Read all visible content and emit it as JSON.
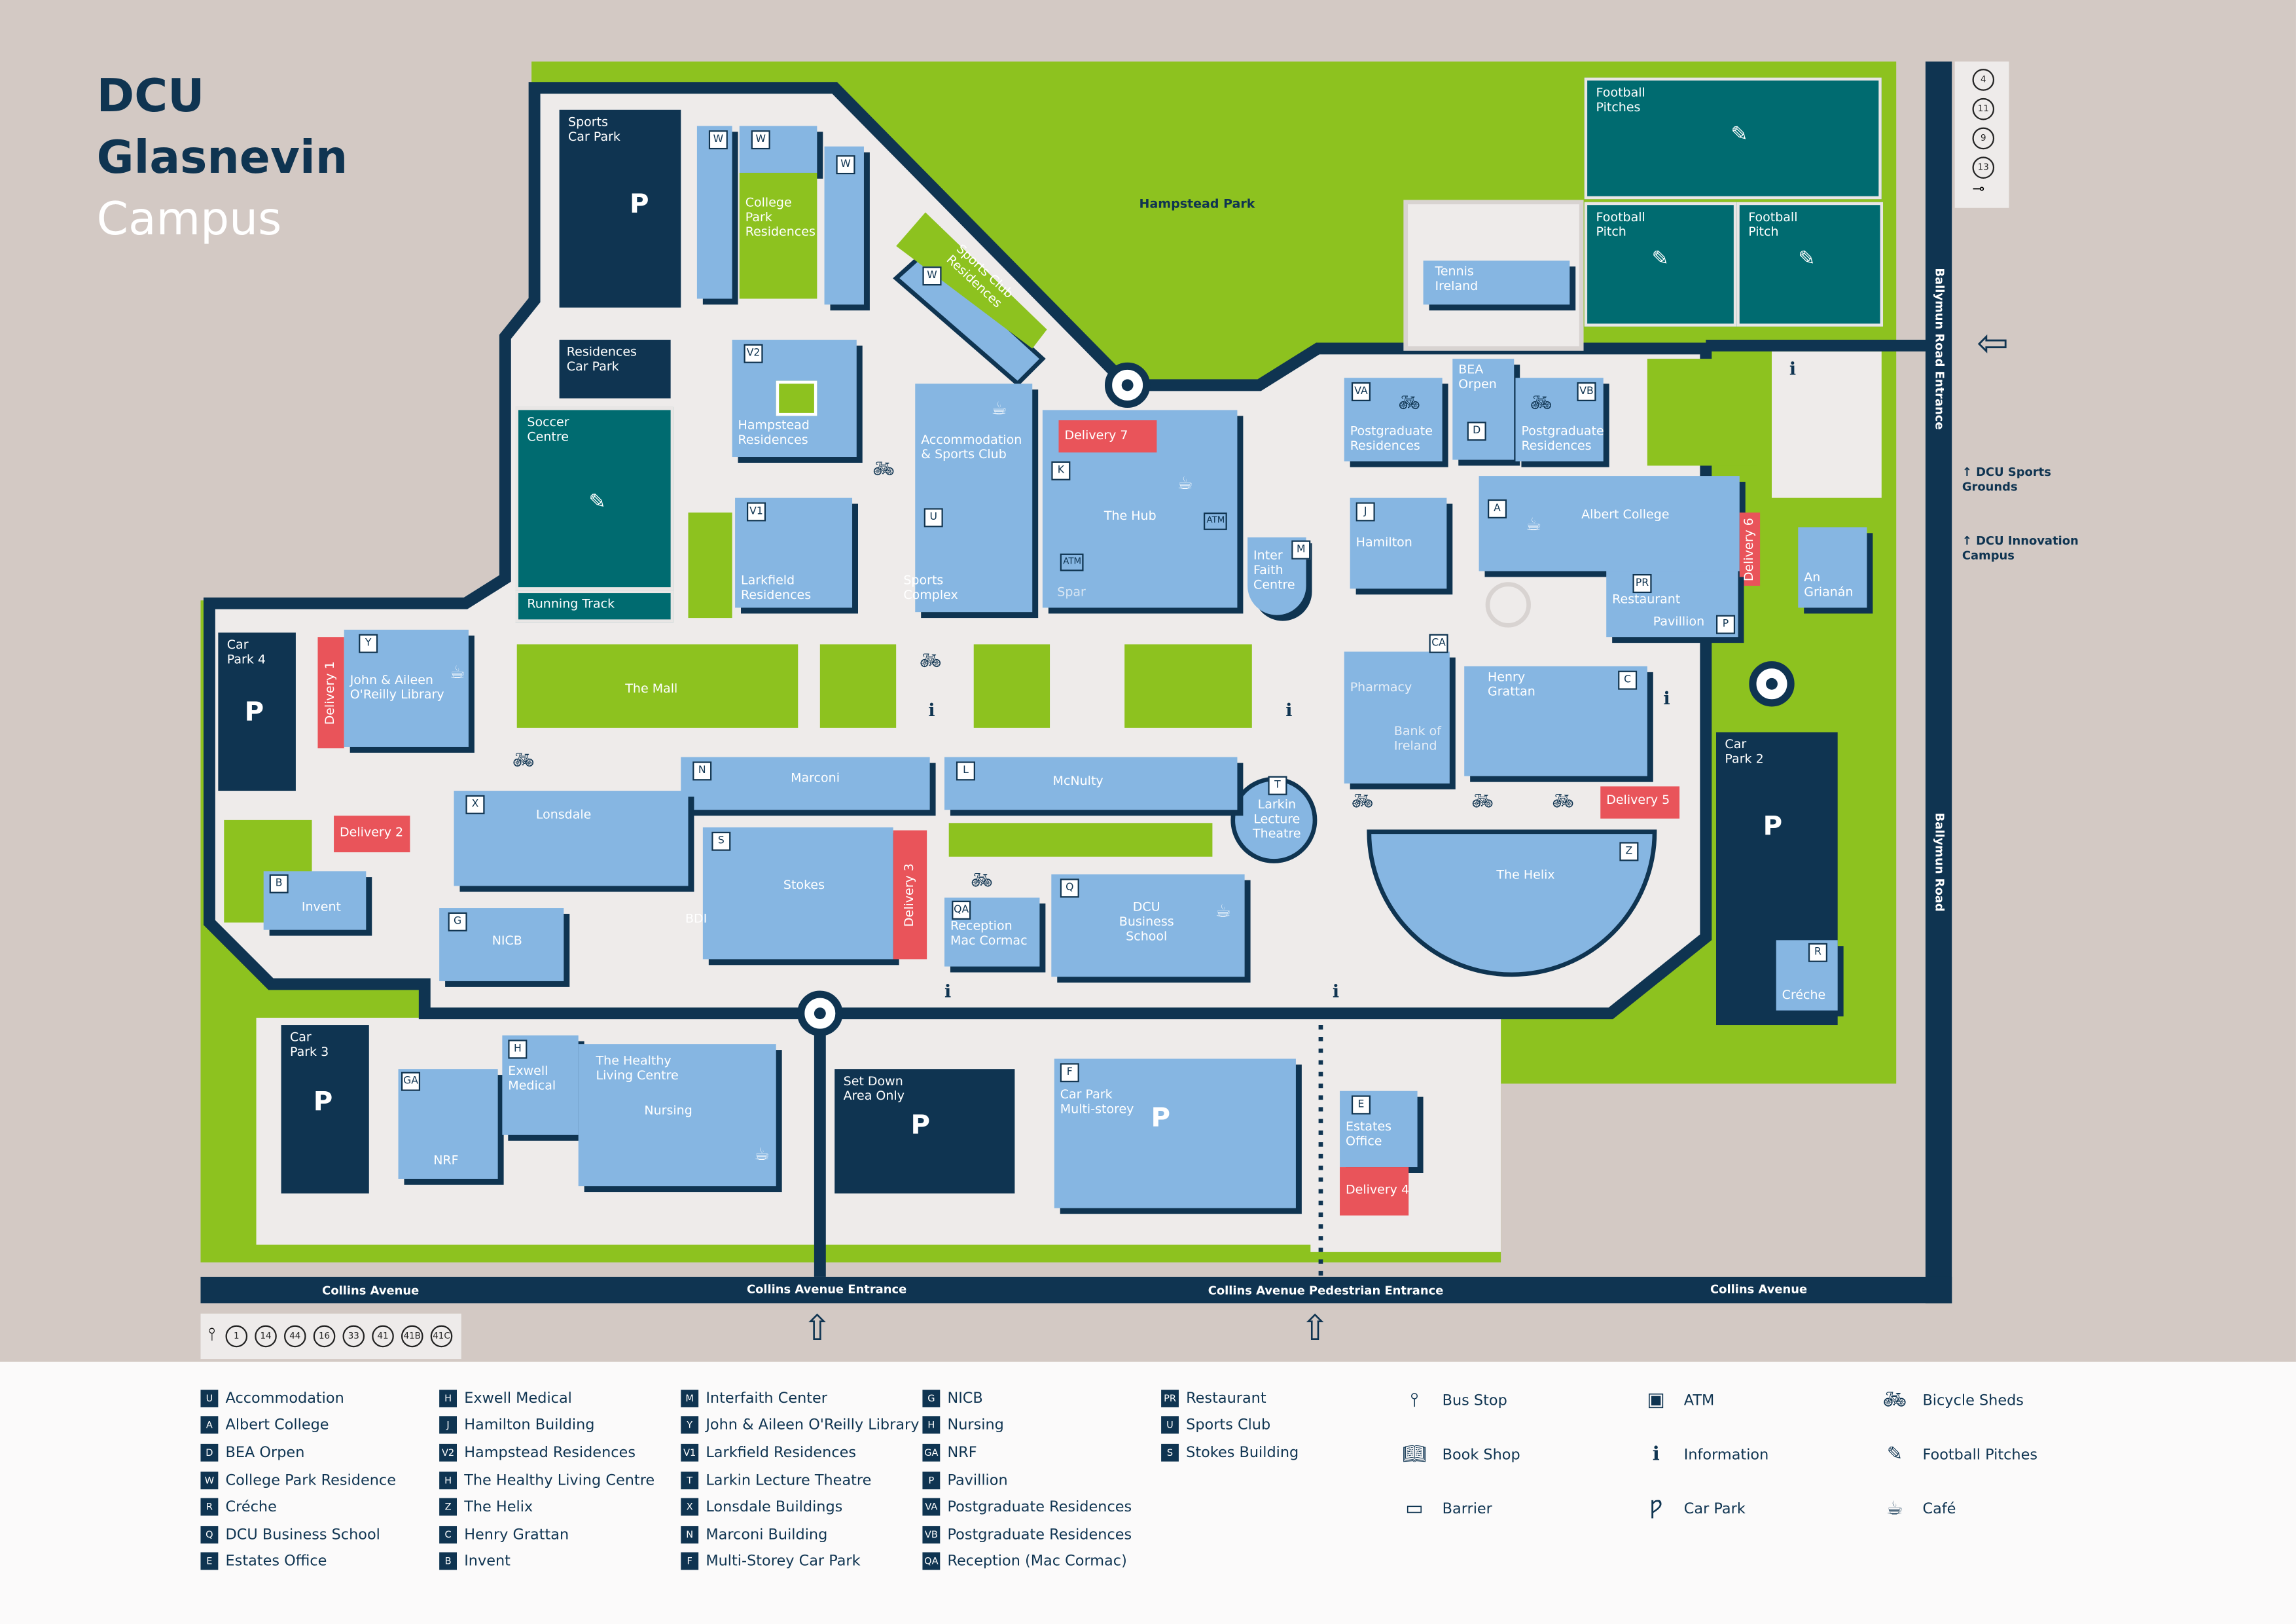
{
  "title": {
    "line1": "DCU",
    "line2": "Glasnevin",
    "line3": "Campus"
  },
  "colors": {
    "navy": "#0f3451",
    "blue": "#86b6e2",
    "green": "#8dc21f",
    "teal": "#006b70",
    "red": "#e9545a",
    "campus": "#eeebea",
    "background": "#d3c9c4"
  },
  "map": {
    "hampstead_park": "Hampstead Park",
    "sports_car_park": "Sports Car Park",
    "residences_car_park": "Residences Car Park",
    "car_park_4": "Car Park 4",
    "car_park_3": "Car Park 3",
    "car_park_2": "Car Park 2",
    "set_down": "Set Down Area Only",
    "multi_storey": "Car Park Multi-storey",
    "parking_symbol": "P",
    "college_park": "College Park Residences",
    "w": "W",
    "football_pitches": "Football Pitches",
    "football_pitch": "Football Pitch",
    "tennis": "Tennis Ireland",
    "sports_club_res": "Sports Club Residences",
    "soccer": "Soccer Centre",
    "running_track": "Running Track",
    "hampstead_res": "Hampstead Residences",
    "v2": "V2",
    "larkfield": "Larkfield Residences",
    "v1": "V1",
    "accommodation": "Accommodation & Sports Club",
    "u": "U",
    "sports_complex": "Sports Complex",
    "hub": "The Hub",
    "k": "K",
    "spar": "Spar",
    "delivery7": "Delivery 7",
    "atm": "ATM",
    "interfaith": "Inter Faith Centre",
    "m": "M",
    "hamilton": "Hamilton",
    "j": "J",
    "postgrad": "Postgraduate Residences",
    "va": "VA",
    "vb": "VB",
    "bea": "BEA Orpen",
    "d": "D",
    "albert": "Albert College",
    "a": "A",
    "delivery6": "Delivery 6",
    "restaurant": "Restaurant",
    "pr": "PR",
    "pavillion": "Pavillion",
    "p": "P",
    "grianan": "An Grianán",
    "library": "John & Aileen O'Reilly Library",
    "y": "Y",
    "delivery1": "Delivery 1",
    "mall": "The Mall",
    "pharmacy": "Pharmacy",
    "bank": "Bank of Ireland",
    "ca": "CA",
    "grattan": "Henry Grattan",
    "c": "C",
    "delivery5": "Delivery 5",
    "marconi": "Marconi",
    "n": "N",
    "mcnulty": "McNulty",
    "l": "L",
    "larkin": "Larkin Lecture Theatre",
    "t": "T",
    "lonsdale": "Lonsdale",
    "x": "X",
    "delivery2": "Delivery 2",
    "stokes": "Stokes",
    "s": "S",
    "delivery3": "Delivery 3",
    "bdi": "BDI",
    "reception": "Reception Mac Cormac",
    "qa": "QA",
    "business": "DCU Business School",
    "q": "Q",
    "helix": "The Helix",
    "z": "Z",
    "invent": "Invent",
    "b": "B",
    "nicb": "NICB",
    "g": "G",
    "creche": "Créche",
    "r": "R",
    "nrf": "NRF",
    "ga": "GA",
    "exwell": "Exwell Medical",
    "h": "H",
    "healthy": "The Healthy Living Centre",
    "nursing": "Nursing",
    "f": "F",
    "estates": "Estates Office",
    "e": "E",
    "delivery4": "Delivery 4",
    "roads": {
      "collins1": "Collins Avenue",
      "collins_entrance": "Collins Avenue Entrance",
      "collins_ped": "Collins Avenue Pedestrian Entrance",
      "collins2": "Collins Avenue",
      "ballymun_entrance": "Ballymun Road Entrance",
      "ballymun": "Ballymun Road"
    },
    "directions": {
      "sports_grounds": "↑ DCU Sports Grounds",
      "innovation": "↑ DCU Innovation Campus"
    },
    "bus_routes_south": [
      "1",
      "14",
      "44",
      "16",
      "33",
      "41",
      "41B",
      "41C"
    ],
    "bus_routes_east": [
      "4",
      "11",
      "9",
      "13"
    ]
  },
  "legend": {
    "columns": [
      [
        {
          "k": "U",
          "t": "Accommodation"
        },
        {
          "k": "A",
          "t": "Albert College"
        },
        {
          "k": "D",
          "t": "BEA Orpen"
        },
        {
          "k": "W",
          "t": "College Park Residence"
        },
        {
          "k": "R",
          "t": "Créche"
        },
        {
          "k": "Q",
          "t": "DCU Business School"
        },
        {
          "k": "E",
          "t": "Estates Office"
        }
      ],
      [
        {
          "k": "H",
          "t": "Exwell Medical"
        },
        {
          "k": "J",
          "t": "Hamilton Building"
        },
        {
          "k": "V2",
          "t": "Hampstead Residences"
        },
        {
          "k": "H",
          "t": "The Healthy Living Centre"
        },
        {
          "k": "Z",
          "t": "The Helix"
        },
        {
          "k": "C",
          "t": "Henry Grattan"
        },
        {
          "k": "B",
          "t": "Invent"
        }
      ],
      [
        {
          "k": "M",
          "t": "Interfaith Center"
        },
        {
          "k": "Y",
          "t": "John & Aileen O'Reilly Library"
        },
        {
          "k": "V1",
          "t": "Larkfield Residences"
        },
        {
          "k": "T",
          "t": "Larkin Lecture Theatre"
        },
        {
          "k": "X",
          "t": "Lonsdale Buildings"
        },
        {
          "k": "N",
          "t": "Marconi Building"
        },
        {
          "k": "F",
          "t": "Multi-Storey Car Park"
        }
      ],
      [
        {
          "k": "G",
          "t": "NICB"
        },
        {
          "k": "H",
          "t": "Nursing"
        },
        {
          "k": "GA",
          "t": "NRF"
        },
        {
          "k": "P",
          "t": "Pavillion"
        },
        {
          "k": "VA",
          "t": "Postgraduate Residences"
        },
        {
          "k": "VB",
          "t": "Postgraduate Residences"
        },
        {
          "k": "QA",
          "t": "Reception (Mac Cormac)"
        }
      ],
      [
        {
          "k": "PR",
          "t": "Restaurant"
        },
        {
          "k": "U",
          "t": "Sports Club"
        },
        {
          "k": "S",
          "t": "Stokes Building"
        }
      ]
    ],
    "icons": [
      {
        "icon": "bus-stop-icon",
        "t": "Bus Stop"
      },
      {
        "icon": "book-shop-icon",
        "t": "Book Shop"
      },
      {
        "icon": "barrier-icon",
        "t": "Barrier"
      },
      {
        "icon": "atm-icon",
        "t": "ATM"
      },
      {
        "icon": "information-icon",
        "t": "Information"
      },
      {
        "icon": "car-park-icon",
        "t": "Car Park"
      },
      {
        "icon": "bicycle-icon",
        "t": "Bicycle Sheds"
      },
      {
        "icon": "football-icon",
        "t": "Football Pitches"
      },
      {
        "icon": "cafe-icon",
        "t": "Café"
      }
    ]
  }
}
